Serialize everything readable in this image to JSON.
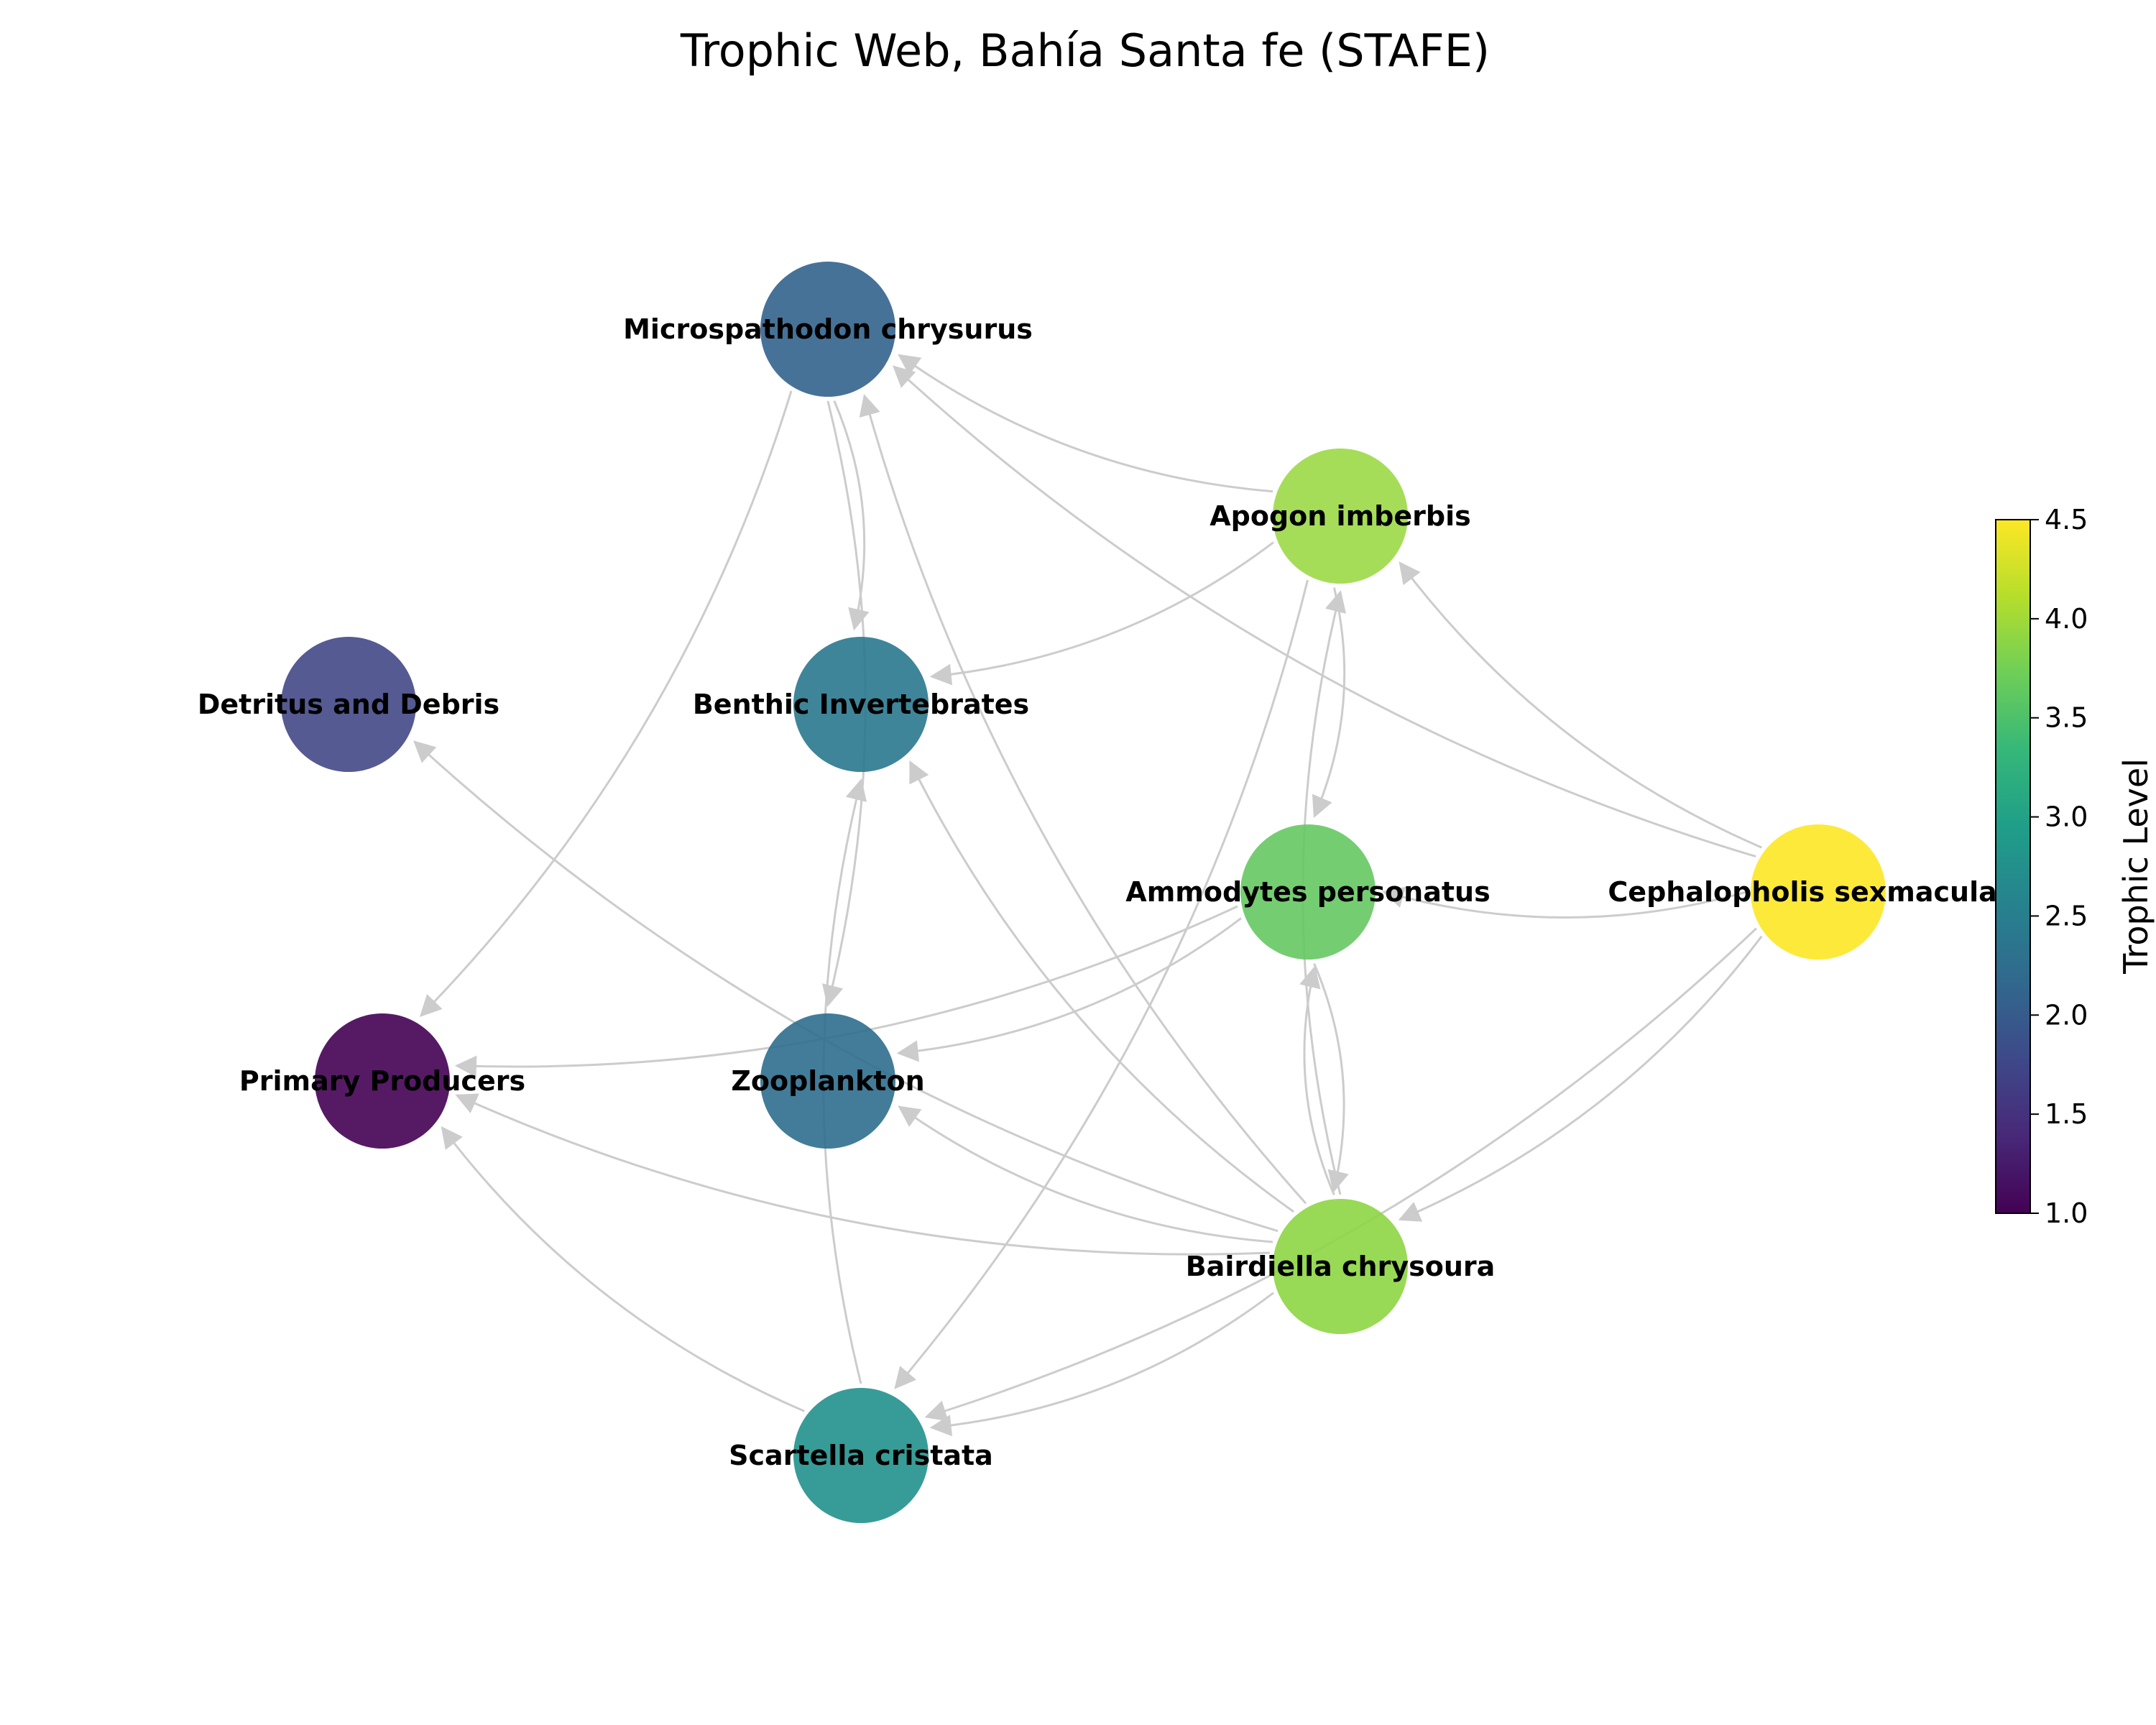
{
  "title": "Trophic Web, Bahía Santa fe (STAFE)",
  "edge_color": "#cccccc",
  "nodes": [
    {
      "id": "microspathodon",
      "label": "Microspathodon chrysurus",
      "trophic_level": 2.2,
      "color": "#33638d"
    },
    {
      "id": "apogon",
      "label": "Apogon imberbis",
      "trophic_level": 4.0,
      "color": "#9cd946"
    },
    {
      "id": "detritus",
      "label": "Detritus and Debris",
      "trophic_level": 1.7,
      "color": "#424886"
    },
    {
      "id": "benthic",
      "label": "Benthic Invertebrates",
      "trophic_level": 2.5,
      "color": "#2a788e"
    },
    {
      "id": "ammodytes",
      "label": "Ammodytes personatus",
      "trophic_level": 3.7,
      "color": "#66c863"
    },
    {
      "id": "cephalopholis",
      "label": "Cephalopholis sexmaculata",
      "trophic_level": 4.5,
      "color": "#fde725"
    },
    {
      "id": "primary",
      "label": "Primary Producers",
      "trophic_level": 1.0,
      "color": "#440154"
    },
    {
      "id": "zooplankton",
      "label": "Zooplankton",
      "trophic_level": 2.3,
      "color": "#2e6e8e"
    },
    {
      "id": "bairdiella",
      "label": "Bairdiella chrysoura",
      "trophic_level": 3.9,
      "color": "#8dd544"
    },
    {
      "id": "scartella",
      "label": "Scartella cristata",
      "trophic_level": 3.0,
      "color": "#21918c"
    }
  ],
  "edges": [
    {
      "from": "apogon",
      "to": "microspathodon"
    },
    {
      "from": "cephalopholis",
      "to": "microspathodon"
    },
    {
      "from": "bairdiella",
      "to": "microspathodon"
    },
    {
      "from": "microspathodon",
      "to": "primary"
    },
    {
      "from": "microspathodon",
      "to": "benthic"
    },
    {
      "from": "microspathodon",
      "to": "zooplankton"
    },
    {
      "from": "apogon",
      "to": "benthic"
    },
    {
      "from": "apogon",
      "to": "ammodytes"
    },
    {
      "from": "apogon",
      "to": "scartella"
    },
    {
      "from": "cephalopholis",
      "to": "apogon"
    },
    {
      "from": "cephalopholis",
      "to": "ammodytes"
    },
    {
      "from": "cephalopholis",
      "to": "bairdiella"
    },
    {
      "from": "cephalopholis",
      "to": "scartella"
    },
    {
      "from": "bairdiella",
      "to": "apogon"
    },
    {
      "from": "bairdiella",
      "to": "ammodytes"
    },
    {
      "from": "ammodytes",
      "to": "bairdiella"
    },
    {
      "from": "ammodytes",
      "to": "primary"
    },
    {
      "from": "ammodytes",
      "to": "zooplankton"
    },
    {
      "from": "bairdiella",
      "to": "detritus"
    },
    {
      "from": "bairdiella",
      "to": "benthic"
    },
    {
      "from": "bairdiella",
      "to": "primary"
    },
    {
      "from": "bairdiella",
      "to": "zooplankton"
    },
    {
      "from": "bairdiella",
      "to": "scartella"
    },
    {
      "from": "scartella",
      "to": "benthic"
    },
    {
      "from": "scartella",
      "to": "primary"
    }
  ],
  "colorbar": {
    "label": "Trophic Level",
    "min": 1.0,
    "max": 4.5,
    "ticks": [
      "1.0",
      "1.5",
      "2.0",
      "2.5",
      "3.0",
      "3.5",
      "4.0",
      "4.5"
    ],
    "colormap": "viridis",
    "stops": [
      "#440154",
      "#482878",
      "#3e4989",
      "#31688e",
      "#26828e",
      "#1f9e89",
      "#35b779",
      "#6ece58",
      "#b5de2b",
      "#fde725"
    ]
  }
}
